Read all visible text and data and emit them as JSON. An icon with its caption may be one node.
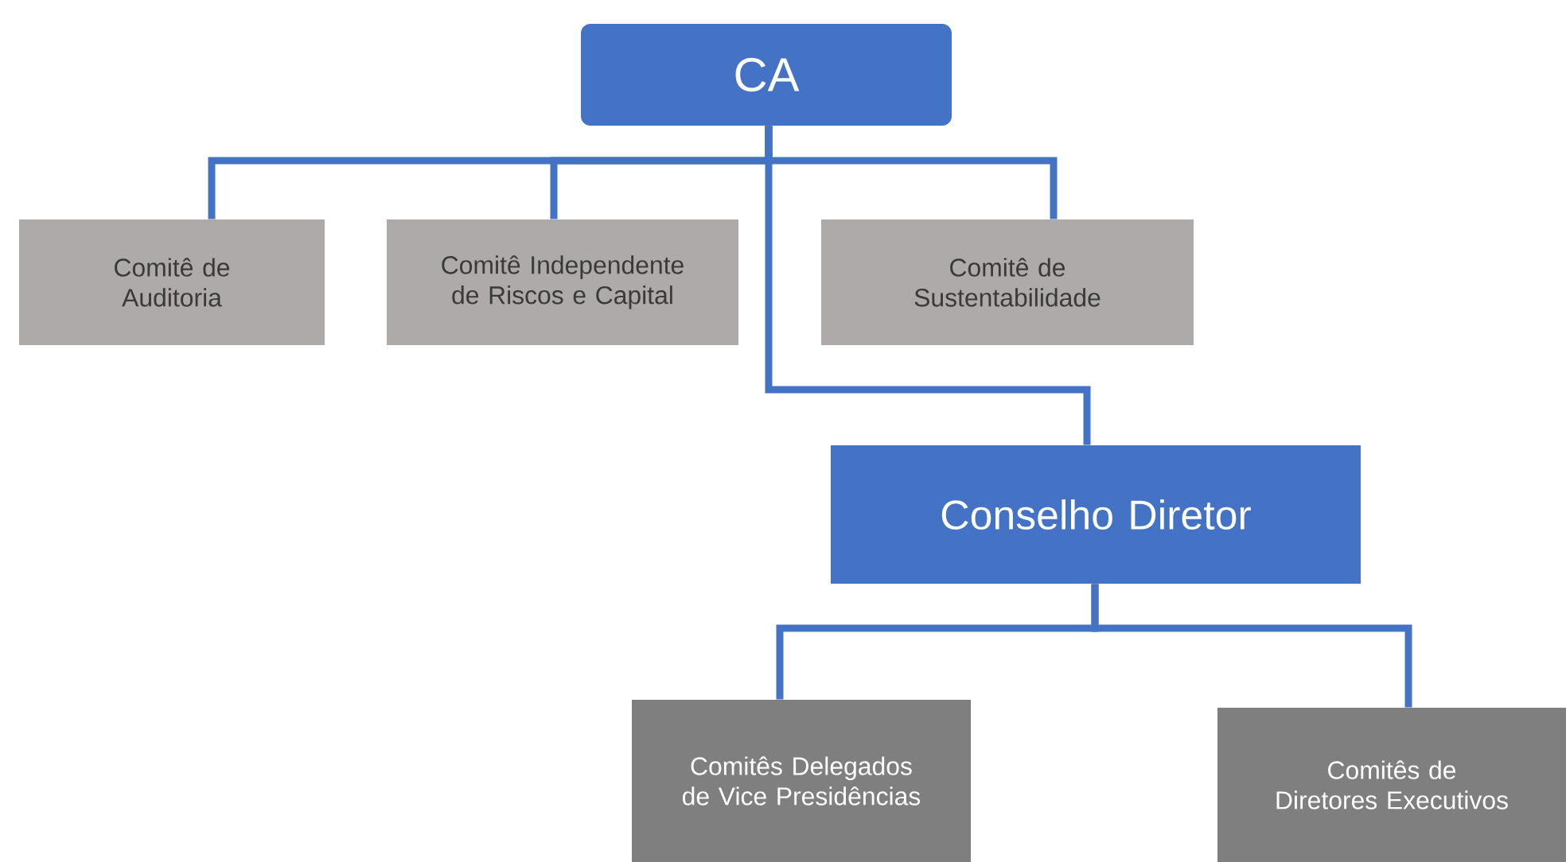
{
  "diagram": {
    "nodes": [
      {
        "text": [
          "CA"
        ]
      },
      {
        "text": [
          "Comitê de Auditoria"
        ]
      },
      {
        "text": [
          "Comitê Independente de Riscos e Capital"
        ]
      },
      {
        "text": [
          "Comitê de Sustentabilidade"
        ]
      },
      {
        "text": [
          "Conselho Diretor"
        ]
      },
      {
        "text": [
          "Comitês Delegados de Vice Presidências"
        ]
      },
      {
        "text": [
          "Comitês de Diretores Executivos"
        ]
      }
    ],
    "edges": [
      {
        "from": 0,
        "to": 1,
        "arrow": "none"
      },
      {
        "from": 0,
        "to": 2,
        "arrow": "none"
      },
      {
        "from": 0,
        "to": 3,
        "arrow": "none"
      },
      {
        "from": 0,
        "to": 4,
        "arrow": "none"
      },
      {
        "from": 4,
        "to": 5,
        "arrow": "none"
      },
      {
        "from": 4,
        "to": 6,
        "arrow": "none"
      }
    ]
  }
}
